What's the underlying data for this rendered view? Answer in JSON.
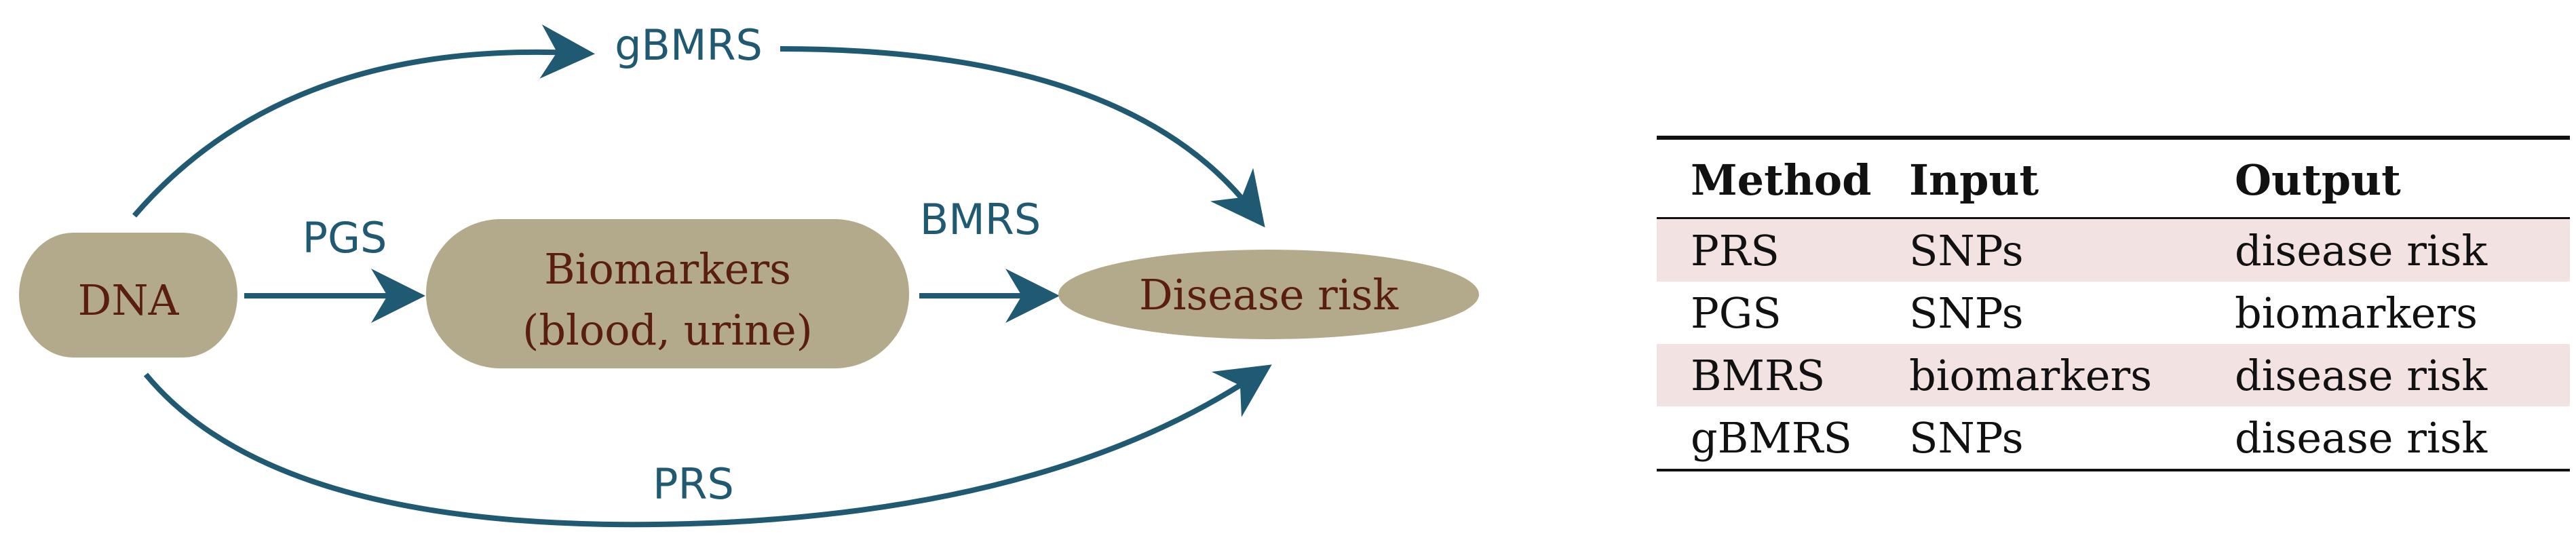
{
  "colors": {
    "node_fill": "#b3aa8b",
    "node_text": "#5a1e10",
    "arrow": "#1f5a72",
    "row_shade": "#f2e2e2"
  },
  "diagram": {
    "nodes": {
      "dna": "DNA",
      "biomarkers_line1": "Biomarkers",
      "biomarkers_line2": "(blood, urine)",
      "disease_risk": "Disease risk"
    },
    "edges": {
      "gbmrs": "gBMRS",
      "pgs": "PGS",
      "bmrs": "BMRS",
      "prs": "PRS"
    }
  },
  "table": {
    "headers": [
      "Method",
      "Input",
      "Output"
    ],
    "rows": [
      {
        "method": "PRS",
        "input": "SNPs",
        "output": "disease risk",
        "shaded": true
      },
      {
        "method": "PGS",
        "input": "SNPs",
        "output": "biomarkers",
        "shaded": false
      },
      {
        "method": "BMRS",
        "input": "biomarkers",
        "output": "disease risk",
        "shaded": true
      },
      {
        "method": "gBMRS",
        "input": "SNPs",
        "output": "disease risk",
        "shaded": false
      }
    ]
  }
}
